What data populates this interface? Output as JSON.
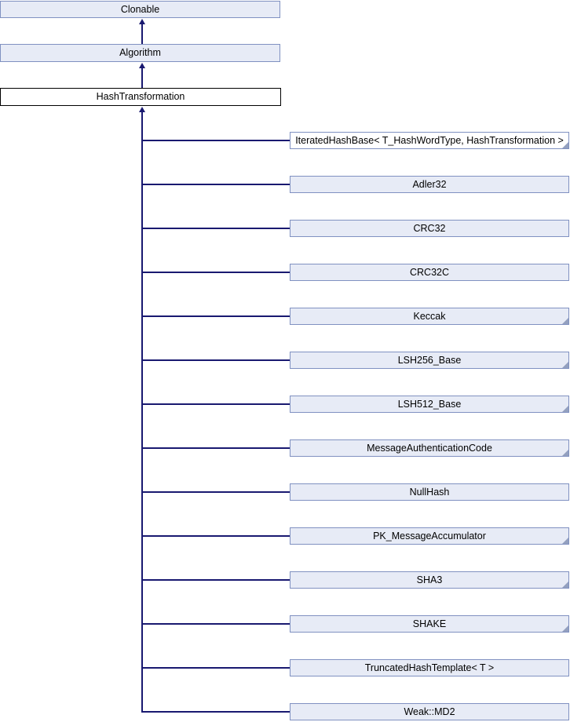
{
  "diagram": {
    "description": "Inheritance graph for HashTransformation",
    "colors": {
      "node_fill": "#e7ebf6",
      "node_border": "#8091c1",
      "current_node_border": "#000000",
      "arrow_line": "#191970",
      "fold_marker": "#93a0bf",
      "text": "#000000",
      "background": "#ffffff"
    },
    "base_chain": [
      {
        "label": "Clonable",
        "style": "base"
      },
      {
        "label": "Algorithm",
        "style": "base"
      },
      {
        "label": "HashTransformation",
        "style": "current"
      }
    ],
    "derived": [
      {
        "label": "IteratedHashBase< T_HashWordType, HashTransformation >",
        "fill": "white",
        "truncated": true
      },
      {
        "label": "Adler32",
        "fill": "tint",
        "truncated": false
      },
      {
        "label": "CRC32",
        "fill": "tint",
        "truncated": false
      },
      {
        "label": "CRC32C",
        "fill": "tint",
        "truncated": false
      },
      {
        "label": "Keccak",
        "fill": "tint",
        "truncated": true
      },
      {
        "label": "LSH256_Base",
        "fill": "tint",
        "truncated": true
      },
      {
        "label": "LSH512_Base",
        "fill": "tint",
        "truncated": true
      },
      {
        "label": "MessageAuthenticationCode",
        "fill": "tint",
        "truncated": true
      },
      {
        "label": "NullHash",
        "fill": "tint",
        "truncated": false
      },
      {
        "label": "PK_MessageAccumulator",
        "fill": "tint",
        "truncated": true
      },
      {
        "label": "SHA3",
        "fill": "tint",
        "truncated": true
      },
      {
        "label": "SHAKE",
        "fill": "tint",
        "truncated": true
      },
      {
        "label": "TruncatedHashTemplate< T >",
        "fill": "tint",
        "truncated": false
      },
      {
        "label": "Weak::MD2",
        "fill": "tint",
        "truncated": false
      }
    ]
  }
}
